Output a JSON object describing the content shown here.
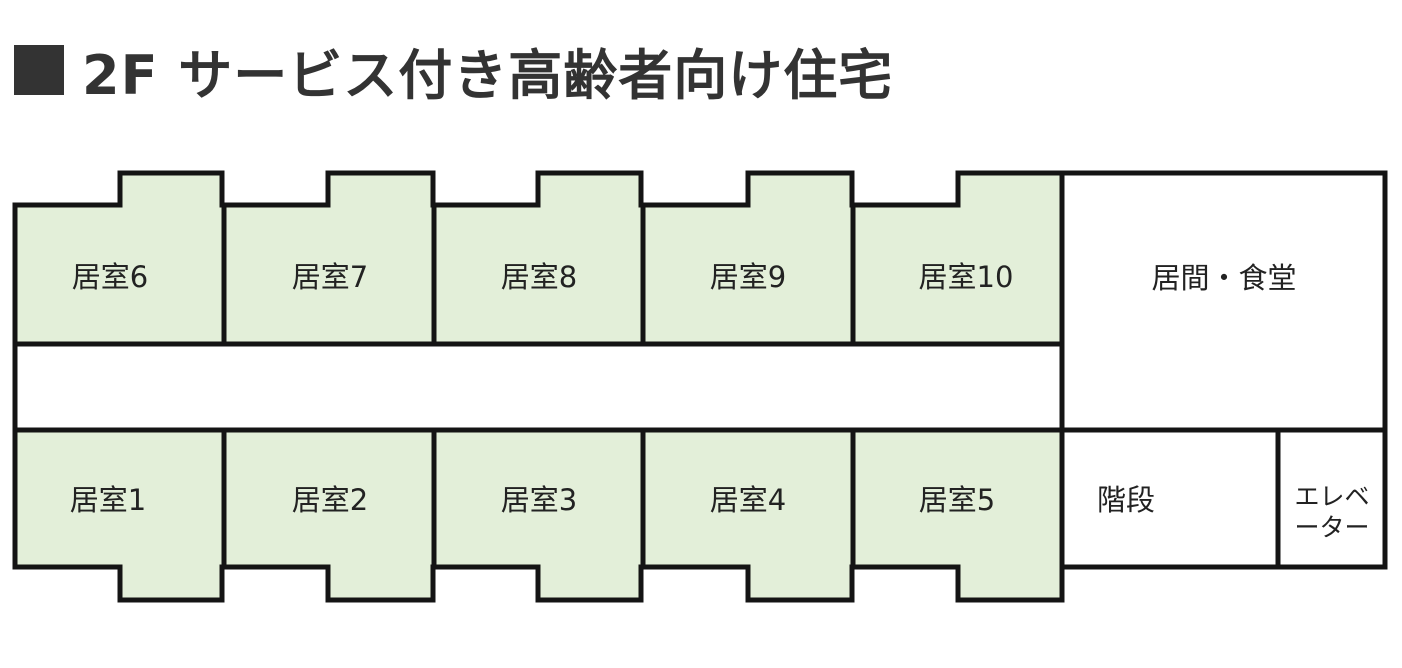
{
  "title": {
    "text": "2F サービス付き高齢者向け住宅"
  },
  "rooms_top": [
    {
      "label": "居室6"
    },
    {
      "label": "居室7"
    },
    {
      "label": "居室8"
    },
    {
      "label": "居室9"
    },
    {
      "label": "居室10"
    }
  ],
  "rooms_bottom": [
    {
      "label": "居室1"
    },
    {
      "label": "居室2"
    },
    {
      "label": "居室3"
    },
    {
      "label": "居室4"
    },
    {
      "label": "居室5"
    }
  ],
  "living_dining": {
    "label": "居間・食堂"
  },
  "stairs": {
    "label": "階段"
  },
  "elevator": {
    "label_line1": "エレベ",
    "label_line2": "ーター"
  },
  "colors": {
    "room_fill": "#e3efd9",
    "wall": "#141414",
    "title": "#333333"
  }
}
